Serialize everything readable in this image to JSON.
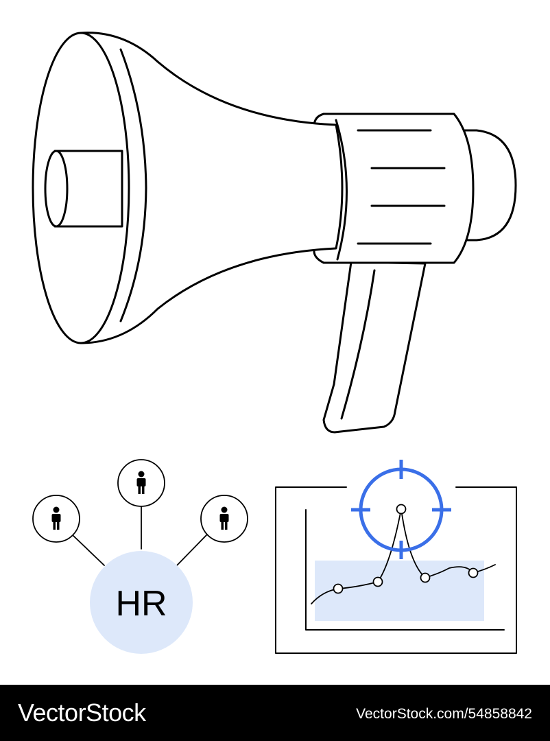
{
  "hr_badge": {
    "label": "HR"
  },
  "footer": {
    "brand": "VectorStock",
    "image_id": "VectorStock.com/54858842"
  },
  "colors": {
    "line": "#000000",
    "accent_blue": "#3a6fe8",
    "fill_light_blue": "#dde8fa",
    "footer_bg": "#000000"
  },
  "icons": [
    "megaphone-icon",
    "person-icon",
    "crosshair-icon",
    "line-chart-icon"
  ]
}
